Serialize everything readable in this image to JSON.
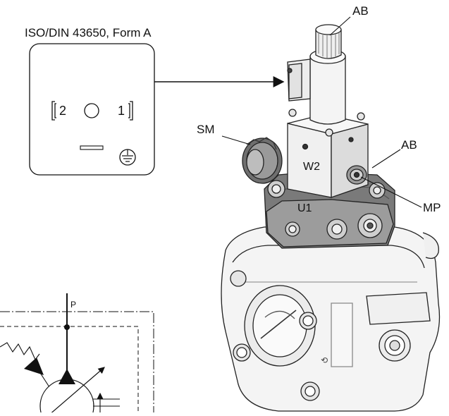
{
  "connector": {
    "standard": "ISO/DIN 43650, Form A",
    "pin_left": "2",
    "pin_right": "1"
  },
  "labels": {
    "ab_top": "AB",
    "ab_side": "AB",
    "sm": "SM",
    "w2": "W2",
    "u1": "U1",
    "mp": "MP"
  },
  "circuit": {
    "port_p": "P"
  },
  "colors": {
    "line": "#111111",
    "fill_dark": "#1a1a1a",
    "body": "#f2f2f2",
    "shade": "#c8c8c8",
    "dark_shade": "#8a8a8a"
  }
}
